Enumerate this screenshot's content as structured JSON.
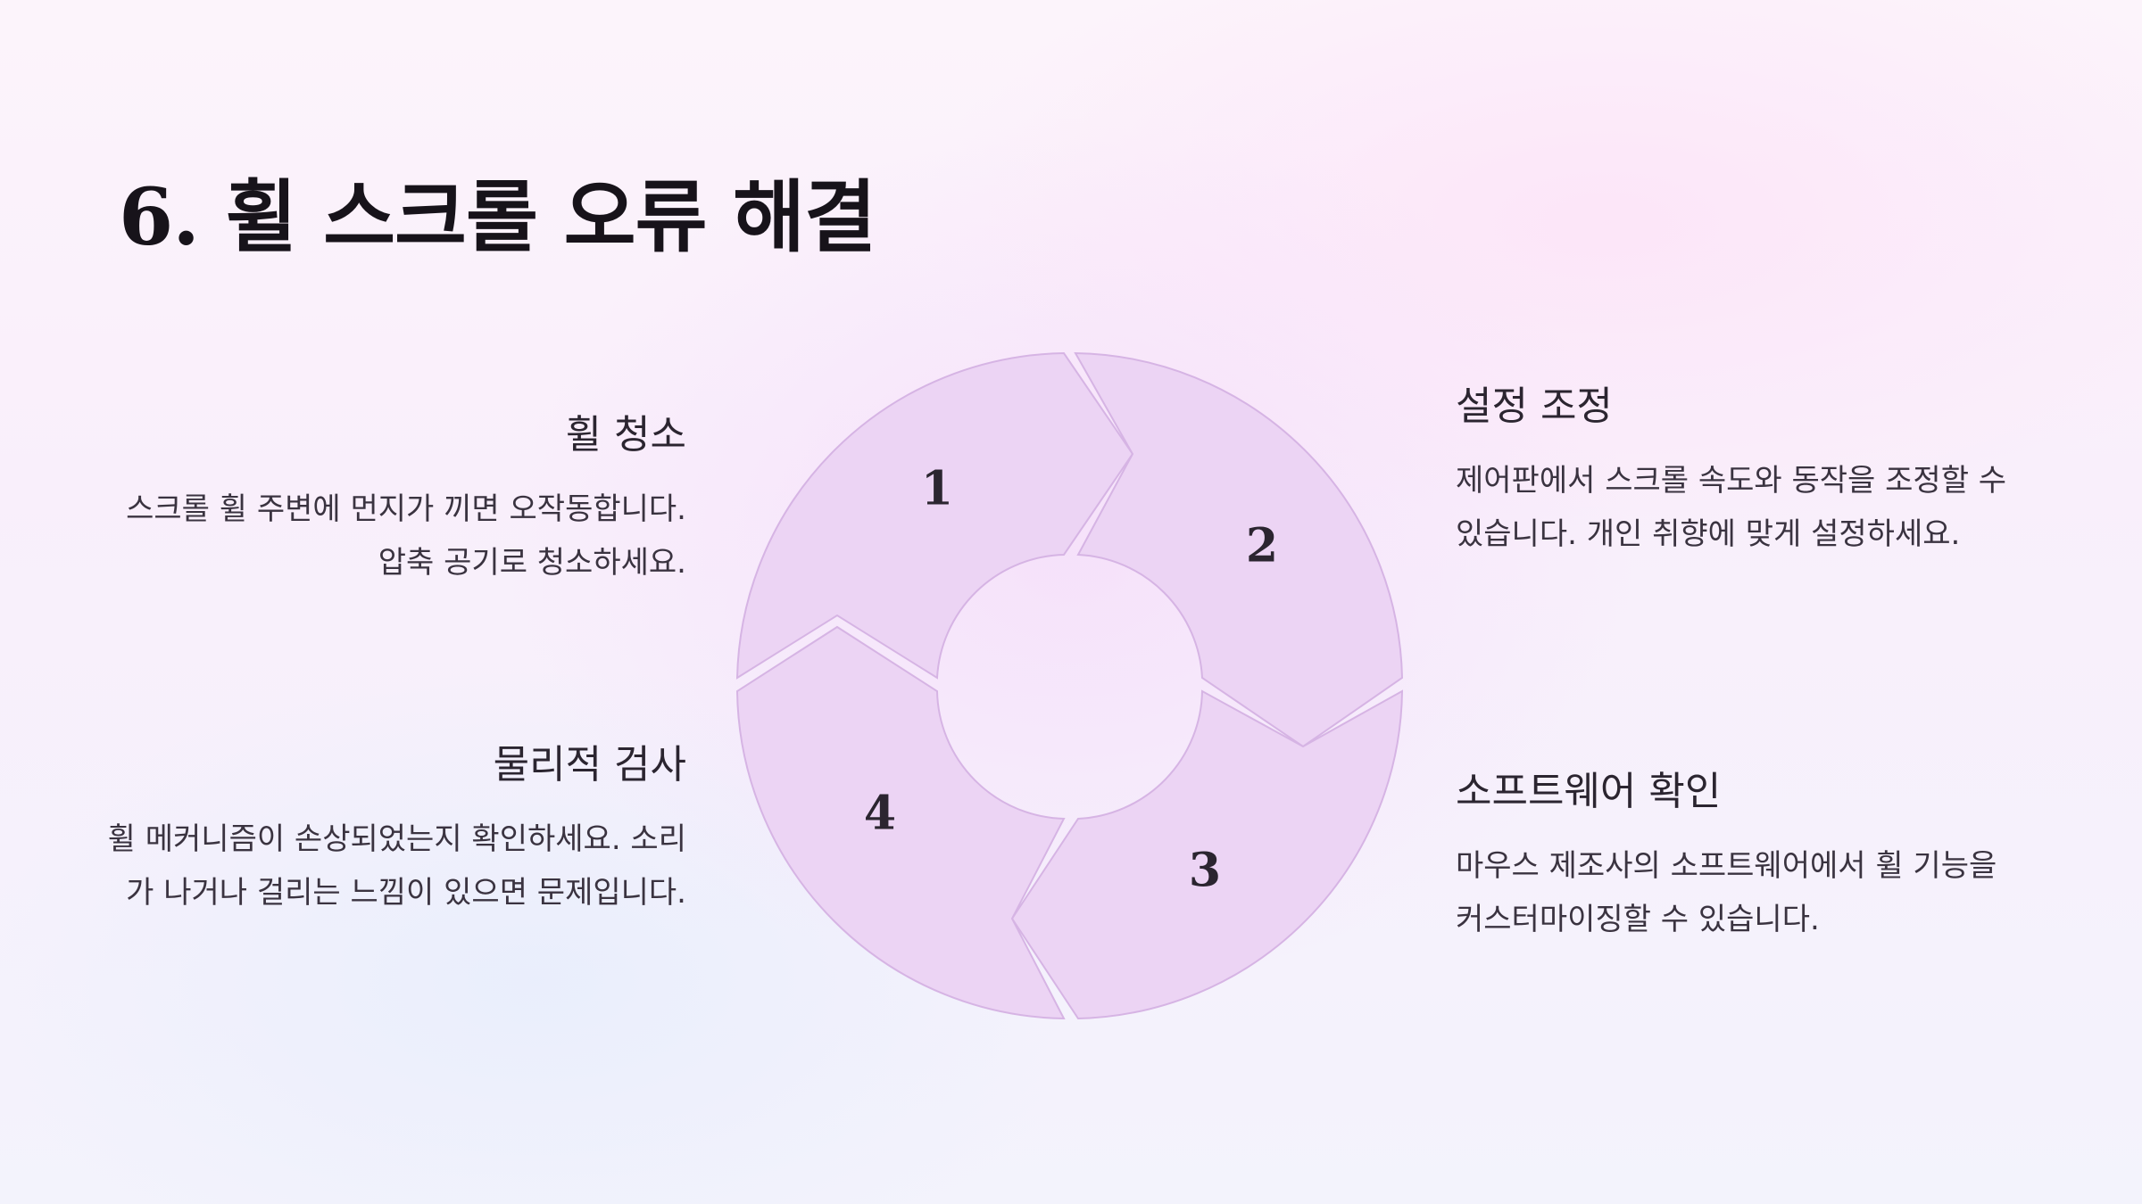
{
  "title": "6. 휠 스크롤 오류 해결",
  "steps": [
    {
      "number": "1",
      "heading": "휠 청소",
      "text": "스크롤 휠 주변에 먼지가 끼면 오작동합니다. 압축 공기로 청소하세요."
    },
    {
      "number": "2",
      "heading": "설정 조정",
      "text": "제어판에서 스크롤 속도와 동작을 조정할 수 있습니다. 개인 취향에 맞게 설정하세요."
    },
    {
      "number": "3",
      "heading": "소프트웨어 확인",
      "text": "마우스 제조사의 소프트웨어에서 휠 기능을 커스터마이징할 수 있습니다."
    },
    {
      "number": "4",
      "heading": "물리적 검사",
      "text": "휠 메커니즘이 손상되었는지 확인하세요. 소리가 나거나 걸리는 느낌이 있으면 문제입니다."
    }
  ],
  "colors": {
    "segment_fill": "#ecd4f4",
    "segment_stroke": "#d6b4e4",
    "text": "#2b2530"
  }
}
